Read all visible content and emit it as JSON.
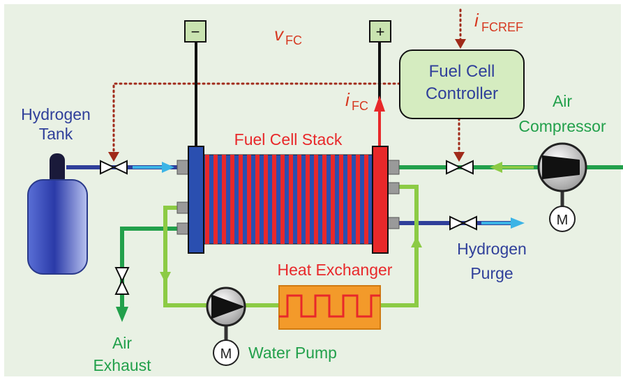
{
  "colors": {
    "background": "#e9f1e4",
    "hydrogen": "#2f3f9a",
    "air": "#22a04b",
    "coolant": "#8ccb45",
    "control": "#a02a1a",
    "stack_red": "#e8282a",
    "stack_blue": "#2a4fb0",
    "heat_exchanger": "#f39a2a",
    "controller_fill": "#d5ecc0"
  },
  "labels": {
    "minus": "−",
    "plus": "+",
    "v_fc_main": "v",
    "v_fc_sub": "FC",
    "i_fcref_main": "i",
    "i_fcref_sub": "FCREF",
    "i_fc_main": "i",
    "i_fc_sub": "FC",
    "controller_line1": "Fuel Cell",
    "controller_line2": "Controller",
    "stack": "Fuel Cell Stack",
    "hydrogen_tank_line1": "Hydrogen",
    "hydrogen_tank_line2": "Tank",
    "air_compressor_line1": "Air",
    "air_compressor_line2": "Compressor",
    "hydrogen_purge_line1": "Hydrogen",
    "hydrogen_purge_line2": "Purge",
    "heat_exchanger": "Heat Exchanger",
    "water_pump": "Water Pump",
    "air_exhaust_line1": "Air",
    "air_exhaust_line2": "Exhaust",
    "motor": "M"
  },
  "icons": {
    "valve": "valve-icon",
    "pump": "pump-icon",
    "motor": "motor-icon",
    "tank": "tank-icon"
  }
}
